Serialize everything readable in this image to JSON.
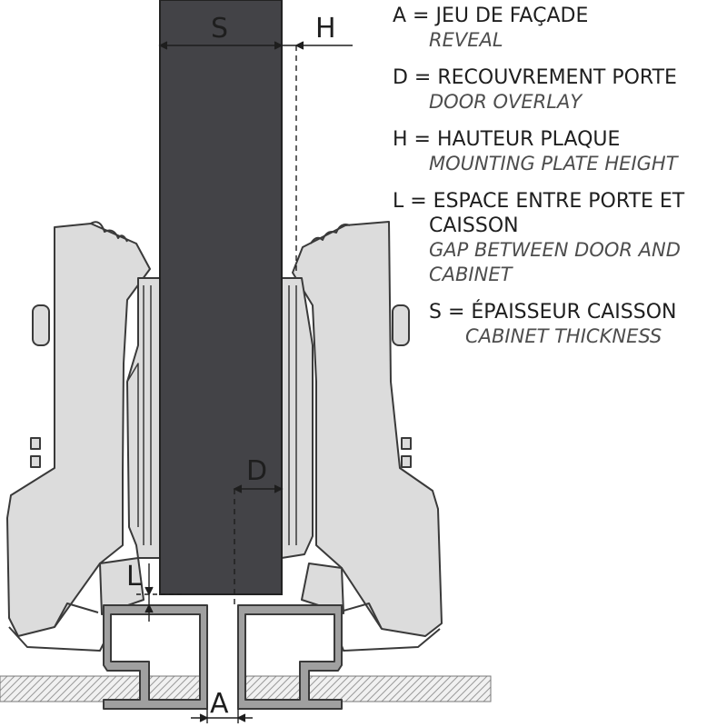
{
  "labels": {
    "s": "S",
    "h": "H",
    "d": "D",
    "l": "L",
    "a": "A"
  },
  "legend": [
    {
      "key": "a",
      "main": "A = JEU DE FAÇADE",
      "sub": "REVEAL"
    },
    {
      "key": "d",
      "main": "D = RECOUVREMENT PORTE",
      "sub": "DOOR OVERLAY"
    },
    {
      "key": "h",
      "main": "H = HAUTEUR PLAQUE",
      "sub": "MOUNTING PLATE HEIGHT"
    },
    {
      "key": "l",
      "main": "L = ESPACE ENTRE PORTE ET",
      "main2": "CAISSON",
      "sub": "GAP BETWEEN DOOR AND",
      "sub2": "CABINET"
    },
    {
      "key": "s",
      "main": "S = ÉPAISSEUR CAISSON",
      "sub": "CABINET THICKNESS"
    }
  ],
  "colors": {
    "panel": "#434347",
    "hinge": "#dcdcdc",
    "outline": "#3a3a3a",
    "profile": "#a0a0a0"
  }
}
